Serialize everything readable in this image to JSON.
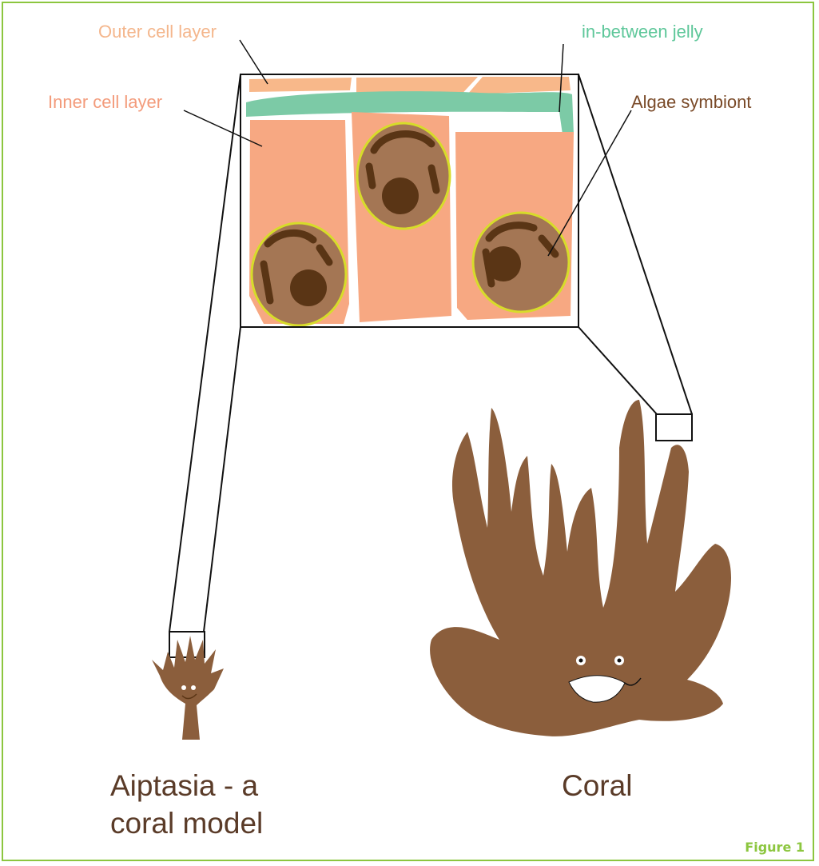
{
  "labels": {
    "outer_cell_layer": "Outer cell layer",
    "in_between_jelly": "in-between jelly",
    "inner_cell_layer": "Inner cell layer",
    "algae_symbiont": "Algae symbiont",
    "aiptasia_line1": "Aiptasia - a",
    "aiptasia_line2": "coral model",
    "coral": "Coral",
    "figure": "Figure 1"
  },
  "colors": {
    "border": "#8cc63f",
    "outer_layer": "#f8b88a",
    "inner_layer": "#f7a882",
    "jelly": "#7ccaa6",
    "algae_fill": "#a47654",
    "algae_outline": "#d7dc2a",
    "algae_dark": "#5a3515",
    "coral_brown": "#8b5e3c",
    "inner_label": "#f39b7b",
    "outer_label": "#f4b68c",
    "jelly_label": "#5ec79a",
    "algae_label": "#7a4a28",
    "organism_label": "#5a3b28",
    "figure_label": "#8cc63f"
  }
}
